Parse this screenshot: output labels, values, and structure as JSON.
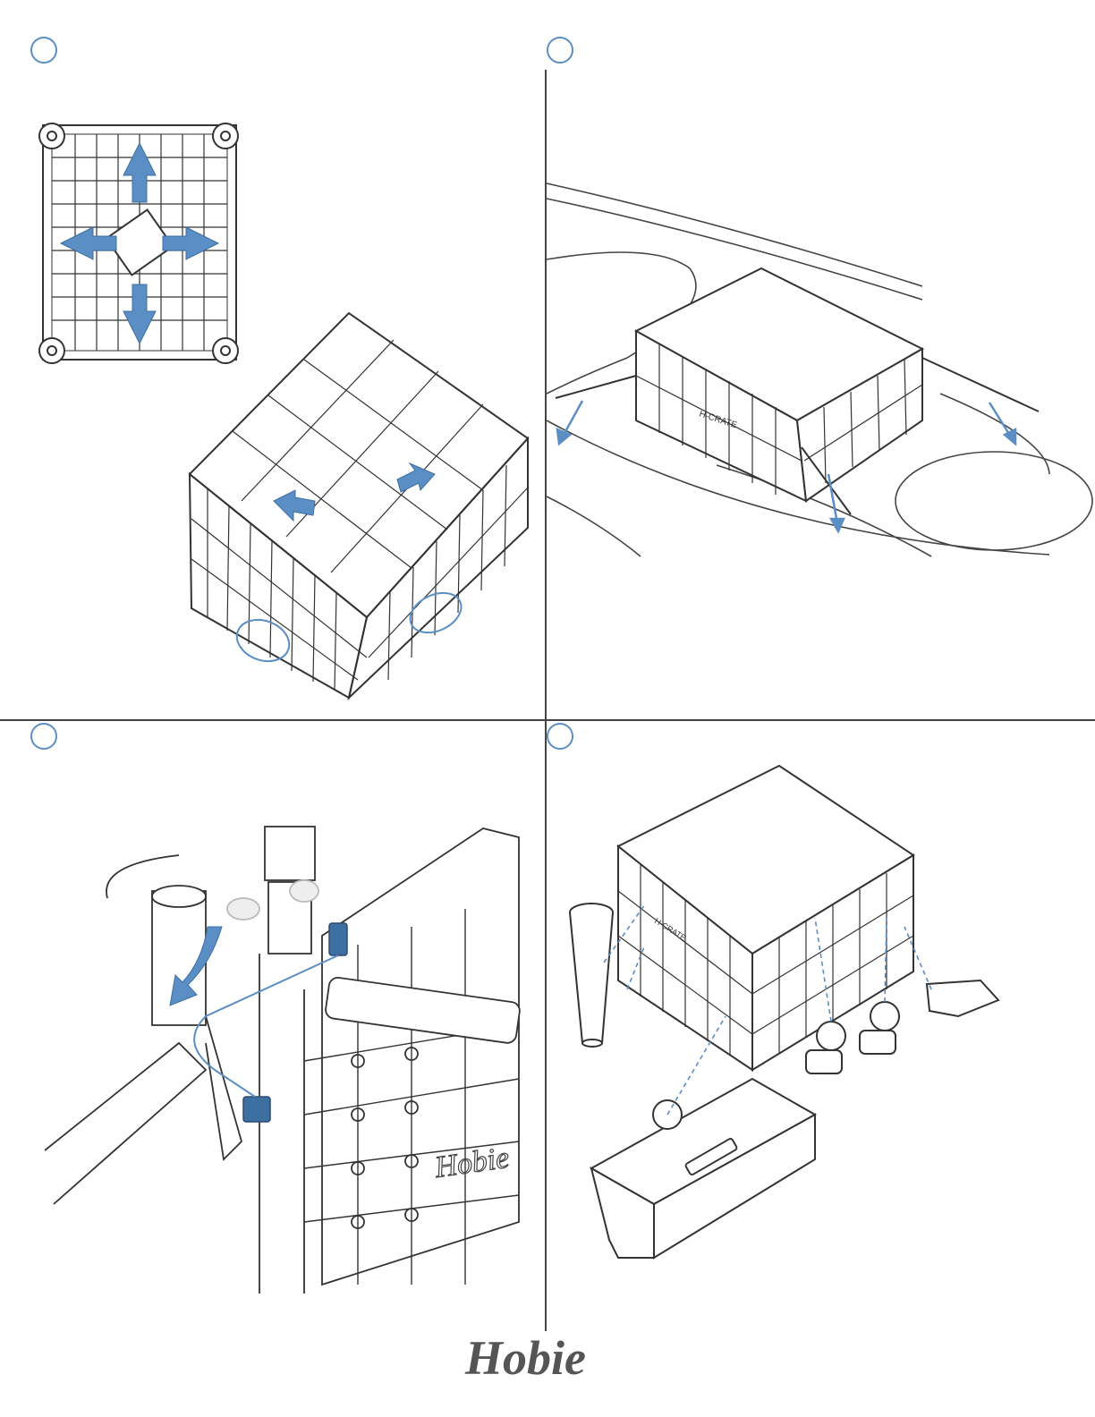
{
  "document": {
    "type": "assembly-instructions",
    "panel_count": 4
  },
  "panels": [
    {
      "id": "step-1",
      "step_marker": "empty-circle",
      "content": "crate-base-and-expanding-crate"
    },
    {
      "id": "step-2",
      "step_marker": "empty-circle",
      "content": "crate-strapped-into-kayak-hatch"
    },
    {
      "id": "step-3",
      "step_marker": "empty-circle",
      "content": "rod-holder-clip-detail"
    },
    {
      "id": "step-4",
      "step_marker": "empty-circle",
      "content": "crate-accessories-exploded"
    }
  ],
  "labels": {
    "crate_label": "H-CRATE",
    "brand_text": "Hobie"
  },
  "logo": {
    "text": "Hobie",
    "icon": "hobie-wordmark-logo"
  },
  "colors": {
    "accent": "#5b8ec4",
    "line": "#333333",
    "divider": "#444444"
  }
}
